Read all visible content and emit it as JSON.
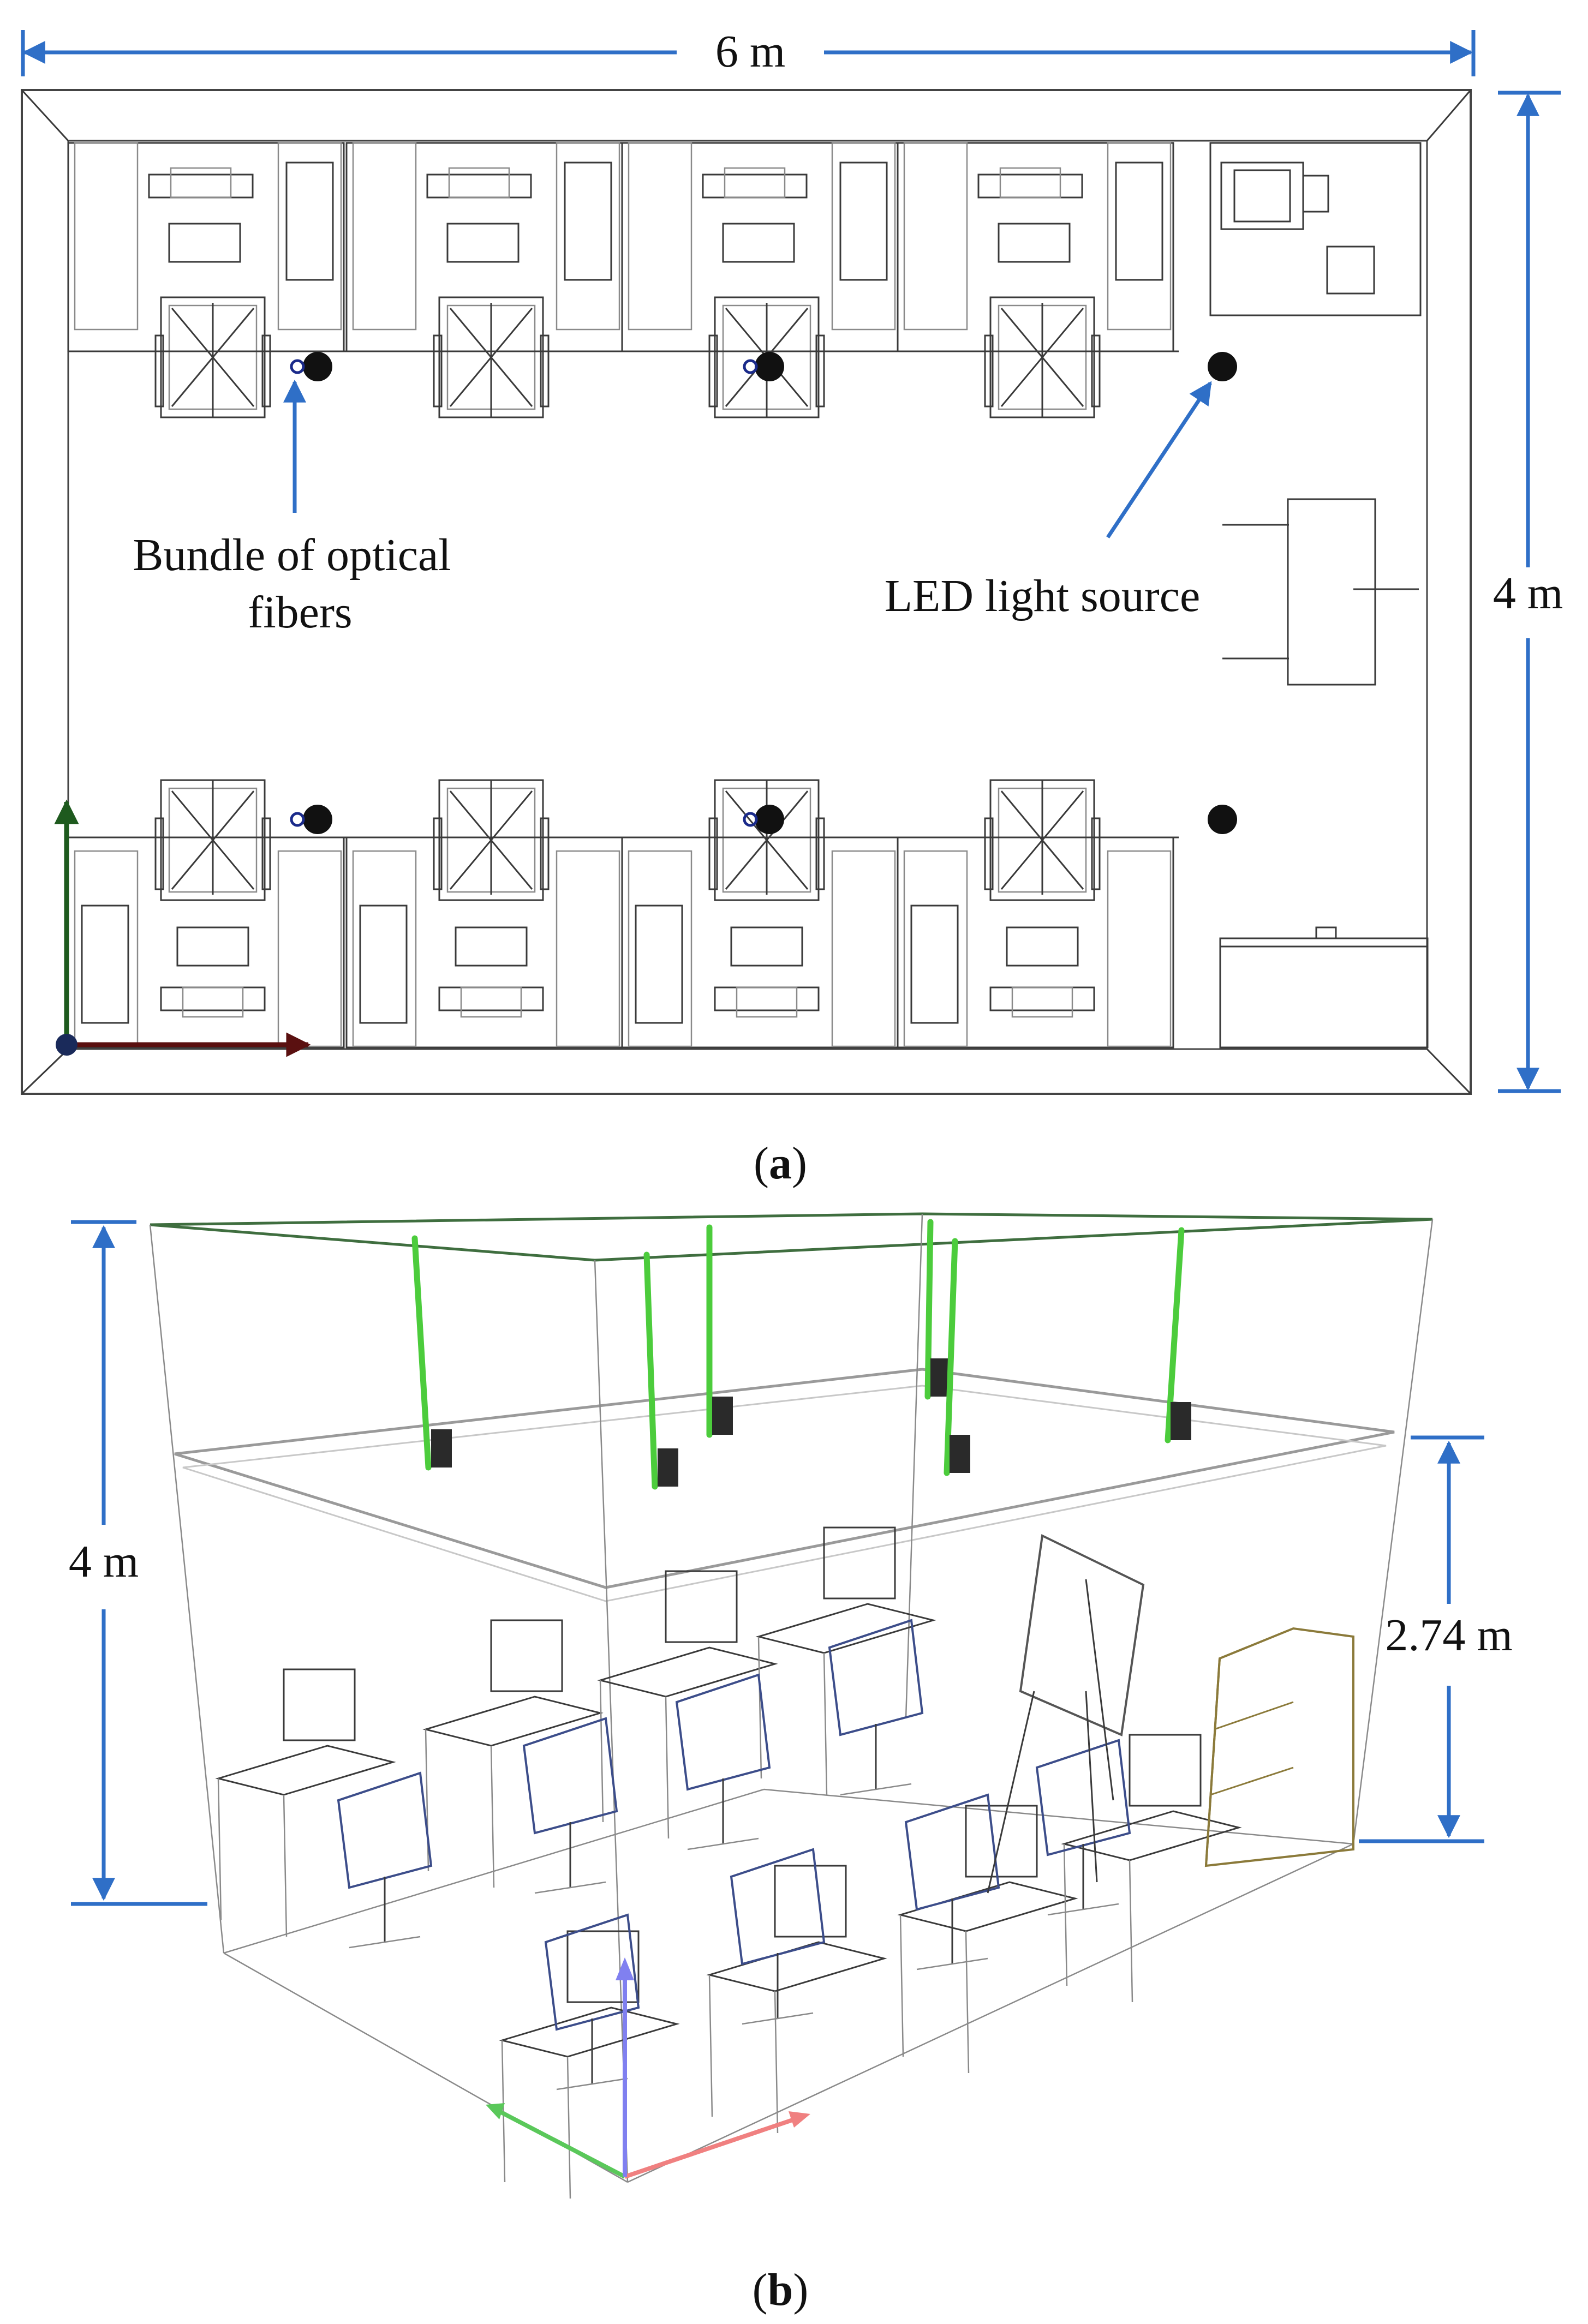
{
  "panel_a": {
    "caption_open": "(",
    "caption_letter": "a",
    "caption_close": ")",
    "width_label": "6 m",
    "height_label": "4 m",
    "fiber_label_line1": "Bundle of optical",
    "fiber_label_line2": "fibers",
    "led_label": "LED light source"
  },
  "panel_b": {
    "caption_open": "(",
    "caption_letter": "b",
    "caption_close": ")",
    "height_label": "4 m",
    "ceiling_label": "2.74 m"
  },
  "colors": {
    "dimension": "#2f6fc7",
    "fiber": "#4ccc3c",
    "axis_x_a": "#5a1010",
    "axis_y_a": "#1e5a1e",
    "axis_origin_a": "#1a2a5a",
    "axis_x_b": "#f08080",
    "axis_y_b": "#5ac85a",
    "axis_z_b": "#8080f0"
  }
}
